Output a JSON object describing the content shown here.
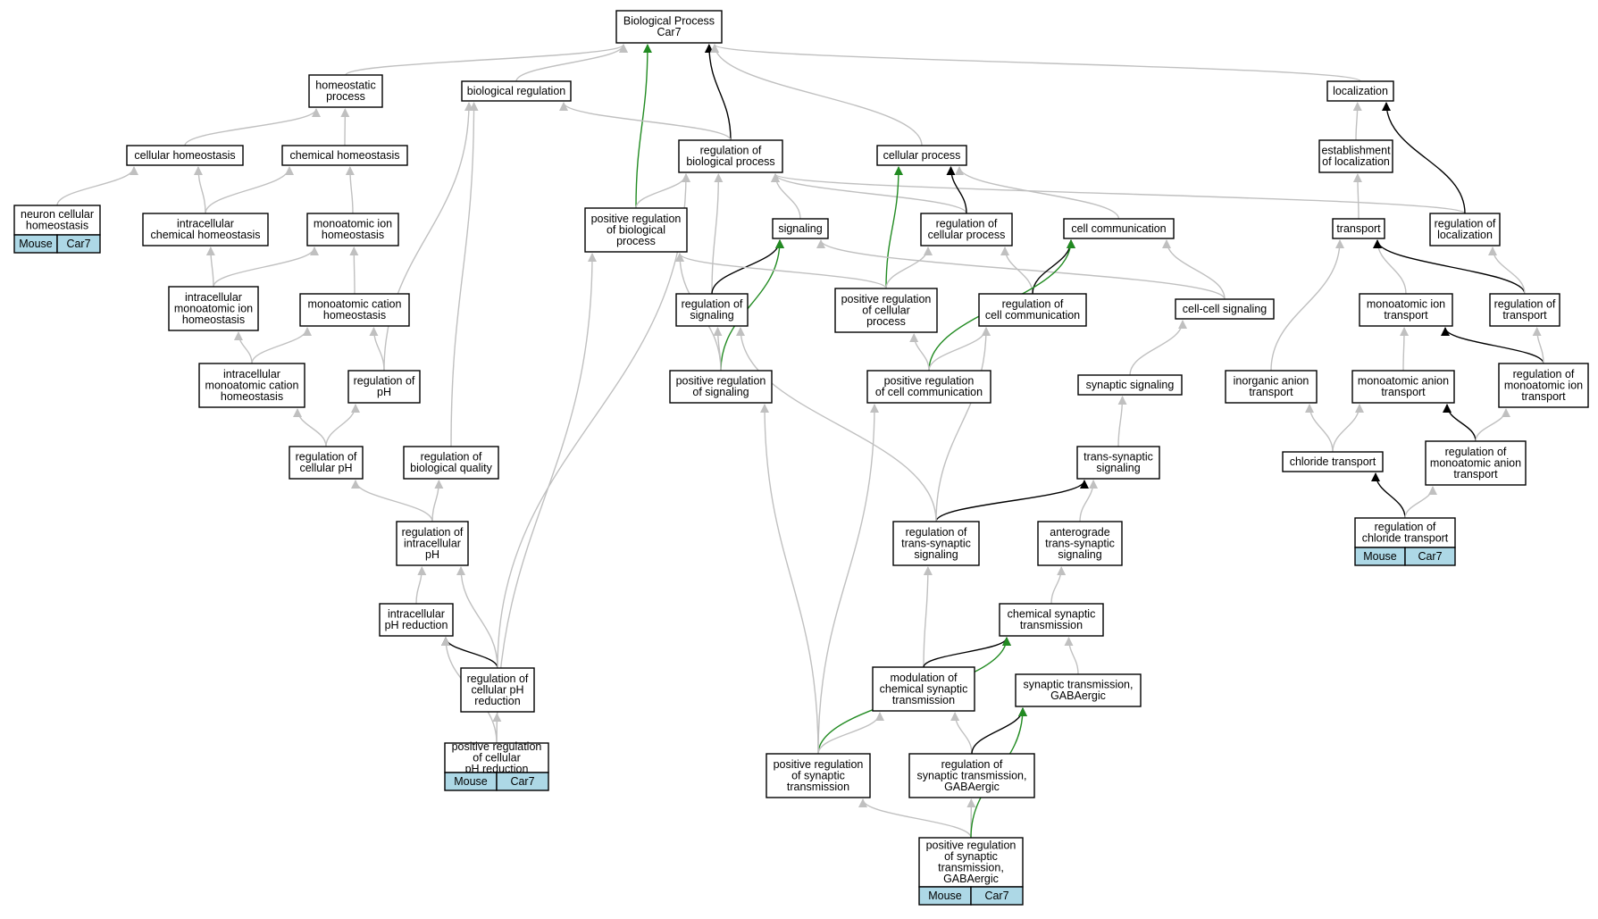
{
  "graph": {
    "title": "Biological Process Car7",
    "colors": {
      "gray": "#c0c0c0",
      "black": "#000000",
      "green": "#228b22",
      "badge": "#add8e6"
    },
    "nodes": [
      {
        "id": "root",
        "lines": [
          "Biological Process",
          "Car7"
        ]
      },
      {
        "id": "homeostatic",
        "lines": [
          "homeostatic",
          "process"
        ]
      },
      {
        "id": "bioreg",
        "lines": [
          "biological regulation"
        ]
      },
      {
        "id": "localization",
        "lines": [
          "localization"
        ]
      },
      {
        "id": "cellhomeo",
        "lines": [
          "cellular homeostasis"
        ]
      },
      {
        "id": "chemhomeo",
        "lines": [
          "chemical homeostasis"
        ]
      },
      {
        "id": "regbio",
        "lines": [
          "regulation of",
          "biological process"
        ]
      },
      {
        "id": "cellproc",
        "lines": [
          "cellular process"
        ]
      },
      {
        "id": "estloc",
        "lines": [
          "establishment",
          "of localization"
        ]
      },
      {
        "id": "neuronhomeo",
        "lines": [
          "neuron cellular",
          "homeostasis"
        ],
        "badges": [
          "Mouse",
          "Car7"
        ]
      },
      {
        "id": "intrachem",
        "lines": [
          "intracellular",
          "chemical homeostasis"
        ]
      },
      {
        "id": "ionhomeo",
        "lines": [
          "monoatomic ion",
          "homeostasis"
        ]
      },
      {
        "id": "posregbio",
        "lines": [
          "positive regulation",
          "of biological",
          "process"
        ]
      },
      {
        "id": "signaling",
        "lines": [
          "signaling"
        ]
      },
      {
        "id": "regcellproc",
        "lines": [
          "regulation of",
          "cellular process"
        ]
      },
      {
        "id": "cellcomm",
        "lines": [
          "cell communication"
        ]
      },
      {
        "id": "transport",
        "lines": [
          "transport"
        ]
      },
      {
        "id": "regloc",
        "lines": [
          "regulation of",
          "localization"
        ]
      },
      {
        "id": "intraion",
        "lines": [
          "intracellular",
          "monoatomic ion",
          "homeostasis"
        ]
      },
      {
        "id": "cationhomeo",
        "lines": [
          "monoatomic cation",
          "homeostasis"
        ]
      },
      {
        "id": "regsig",
        "lines": [
          "regulation of",
          "signaling"
        ]
      },
      {
        "id": "posregcell",
        "lines": [
          "positive regulation",
          "of cellular",
          "process"
        ]
      },
      {
        "id": "regcellcomm",
        "lines": [
          "regulation of",
          "cell communication"
        ]
      },
      {
        "id": "cellcell",
        "lines": [
          "cell-cell signaling"
        ]
      },
      {
        "id": "iontransport",
        "lines": [
          "monoatomic ion",
          "transport"
        ]
      },
      {
        "id": "regtransport",
        "lines": [
          "regulation of",
          "transport"
        ]
      },
      {
        "id": "intracation",
        "lines": [
          "intracellular",
          "monoatomic cation",
          "homeostasis"
        ]
      },
      {
        "id": "regph",
        "lines": [
          "regulation of",
          "pH"
        ]
      },
      {
        "id": "posregsig",
        "lines": [
          "positive regulation",
          "of signaling"
        ]
      },
      {
        "id": "posregcellcomm",
        "lines": [
          "positive regulation",
          "of cell communication"
        ]
      },
      {
        "id": "synsig",
        "lines": [
          "synaptic signaling"
        ]
      },
      {
        "id": "inorganic",
        "lines": [
          "inorganic anion",
          "transport"
        ]
      },
      {
        "id": "aniontransport",
        "lines": [
          "monoatomic anion",
          "transport"
        ]
      },
      {
        "id": "regiontransport",
        "lines": [
          "regulation of",
          "monoatomic ion",
          "transport"
        ]
      },
      {
        "id": "regcellph",
        "lines": [
          "regulation of",
          "cellular pH"
        ]
      },
      {
        "id": "regbioqual",
        "lines": [
          "regulation of",
          "biological quality"
        ]
      },
      {
        "id": "transsyn",
        "lines": [
          "trans-synaptic",
          "signaling"
        ]
      },
      {
        "id": "chloride",
        "lines": [
          "chloride transport"
        ]
      },
      {
        "id": "reganion",
        "lines": [
          "regulation of",
          "monoatomic anion",
          "transport"
        ]
      },
      {
        "id": "regintraph",
        "lines": [
          "regulation of",
          "intracellular",
          "pH"
        ]
      },
      {
        "id": "regtranssyn",
        "lines": [
          "regulation of",
          "trans-synaptic",
          "signaling"
        ]
      },
      {
        "id": "anterograde",
        "lines": [
          "anterograde",
          "trans-synaptic",
          "signaling"
        ]
      },
      {
        "id": "regchloride",
        "lines": [
          "regulation of",
          "chloride transport"
        ],
        "badges": [
          "Mouse",
          "Car7"
        ]
      },
      {
        "id": "intraphred",
        "lines": [
          "intracellular",
          "pH reduction"
        ]
      },
      {
        "id": "chemsyn",
        "lines": [
          "chemical synaptic",
          "transmission"
        ]
      },
      {
        "id": "regcellphred",
        "lines": [
          "regulation of",
          "cellular pH",
          "reduction"
        ]
      },
      {
        "id": "modchemsyn",
        "lines": [
          "modulation of",
          "chemical synaptic",
          "transmission"
        ]
      },
      {
        "id": "gaba",
        "lines": [
          "synaptic transmission,",
          "GABAergic"
        ]
      },
      {
        "id": "posregphred",
        "lines": [
          "positive regulation",
          "of cellular",
          "pH reduction"
        ],
        "badges": [
          "Mouse",
          "Car7"
        ]
      },
      {
        "id": "posregsyn",
        "lines": [
          "positive regulation",
          "of synaptic",
          "transmission"
        ]
      },
      {
        "id": "reggaba",
        "lines": [
          "regulation of",
          "synaptic transmission,",
          "GABAergic"
        ]
      },
      {
        "id": "posreggaba",
        "lines": [
          "positive regulation",
          "of synaptic",
          "transmission,",
          "GABAergic"
        ],
        "badges": [
          "Mouse",
          "Car7"
        ]
      }
    ],
    "edges": [
      {
        "from": "homeostatic",
        "to": "root",
        "color": "gray"
      },
      {
        "from": "bioreg",
        "to": "root",
        "color": "gray"
      },
      {
        "from": "regbio",
        "to": "root",
        "color": "black"
      },
      {
        "from": "posregbio",
        "to": "root",
        "color": "green"
      },
      {
        "from": "cellproc",
        "to": "root",
        "color": "gray"
      },
      {
        "from": "localization",
        "to": "root",
        "color": "gray"
      },
      {
        "from": "cellhomeo",
        "to": "homeostatic",
        "color": "gray"
      },
      {
        "from": "chemhomeo",
        "to": "homeostatic",
        "color": "gray"
      },
      {
        "from": "regbio",
        "to": "bioreg",
        "color": "gray"
      },
      {
        "from": "regph",
        "to": "bioreg",
        "color": "gray"
      },
      {
        "from": "regbioqual",
        "to": "bioreg",
        "color": "gray"
      },
      {
        "from": "neuronhomeo",
        "to": "cellhomeo",
        "color": "gray"
      },
      {
        "from": "intrachem",
        "to": "cellhomeo",
        "color": "gray"
      },
      {
        "from": "intrachem",
        "to": "chemhomeo",
        "color": "gray"
      },
      {
        "from": "ionhomeo",
        "to": "chemhomeo",
        "color": "gray"
      },
      {
        "from": "intraion",
        "to": "intrachem",
        "color": "gray"
      },
      {
        "from": "intraion",
        "to": "ionhomeo",
        "color": "gray"
      },
      {
        "from": "cationhomeo",
        "to": "ionhomeo",
        "color": "gray"
      },
      {
        "from": "intracation",
        "to": "intraion",
        "color": "gray"
      },
      {
        "from": "intracation",
        "to": "cationhomeo",
        "color": "gray"
      },
      {
        "from": "regph",
        "to": "cationhomeo",
        "color": "gray"
      },
      {
        "from": "regcellph",
        "to": "intracation",
        "color": "gray"
      },
      {
        "from": "regcellph",
        "to": "regph",
        "color": "gray"
      },
      {
        "from": "regintraph",
        "to": "regcellph",
        "color": "gray"
      },
      {
        "from": "regintraph",
        "to": "regbioqual",
        "color": "gray"
      },
      {
        "from": "regcellphred",
        "to": "regintraph",
        "color": "gray"
      },
      {
        "from": "intraphred",
        "to": "regintraph",
        "color": "gray"
      },
      {
        "from": "regcellphred",
        "to": "intraphred",
        "color": "black"
      },
      {
        "from": "regcellphred",
        "to": "regbio",
        "color": "gray"
      },
      {
        "from": "posregphred",
        "to": "regcellphred",
        "color": "gray"
      },
      {
        "from": "posregphred",
        "to": "intraphred",
        "color": "gray"
      },
      {
        "from": "posregphred",
        "to": "posregbio",
        "color": "gray"
      },
      {
        "from": "posregbio",
        "to": "regbio",
        "color": "gray"
      },
      {
        "from": "signaling",
        "to": "regbio",
        "color": "gray"
      },
      {
        "from": "regsig",
        "to": "regbio",
        "color": "gray"
      },
      {
        "from": "regcellproc",
        "to": "regbio",
        "color": "gray"
      },
      {
        "from": "regloc",
        "to": "regbio",
        "color": "gray"
      },
      {
        "from": "regcellproc",
        "to": "cellproc",
        "color": "black"
      },
      {
        "from": "posregcell",
        "to": "cellproc",
        "color": "green"
      },
      {
        "from": "cellcomm",
        "to": "cellproc",
        "color": "gray"
      },
      {
        "from": "regsig",
        "to": "signaling",
        "color": "black"
      },
      {
        "from": "posregsig",
        "to": "signaling",
        "color": "green"
      },
      {
        "from": "cellcell",
        "to": "signaling",
        "color": "gray"
      },
      {
        "from": "posregsig",
        "to": "regsig",
        "color": "gray"
      },
      {
        "from": "posregsig",
        "to": "posregbio",
        "color": "gray"
      },
      {
        "from": "posregcell",
        "to": "posregbio",
        "color": "gray"
      },
      {
        "from": "posregcell",
        "to": "regcellproc",
        "color": "gray"
      },
      {
        "from": "regcellcomm",
        "to": "regcellproc",
        "color": "gray"
      },
      {
        "from": "regcellcomm",
        "to": "cellcomm",
        "color": "black"
      },
      {
        "from": "cellcell",
        "to": "cellcomm",
        "color": "gray"
      },
      {
        "from": "posregcellcomm",
        "to": "cellcomm",
        "color": "green"
      },
      {
        "from": "posregcellcomm",
        "to": "regcellcomm",
        "color": "gray"
      },
      {
        "from": "posregcellcomm",
        "to": "posregcell",
        "color": "gray"
      },
      {
        "from": "synsig",
        "to": "cellcell",
        "color": "gray"
      },
      {
        "from": "transsyn",
        "to": "synsig",
        "color": "gray"
      },
      {
        "from": "regtranssyn",
        "to": "transsyn",
        "color": "black"
      },
      {
        "from": "anterograde",
        "to": "transsyn",
        "color": "gray"
      },
      {
        "from": "regtranssyn",
        "to": "regsig",
        "color": "gray"
      },
      {
        "from": "regtranssyn",
        "to": "regcellcomm",
        "color": "gray"
      },
      {
        "from": "chemsyn",
        "to": "anterograde",
        "color": "gray"
      },
      {
        "from": "modchemsyn",
        "to": "regtranssyn",
        "color": "gray"
      },
      {
        "from": "modchemsyn",
        "to": "chemsyn",
        "color": "black"
      },
      {
        "from": "gaba",
        "to": "chemsyn",
        "color": "gray"
      },
      {
        "from": "posregsyn",
        "to": "chemsyn",
        "color": "green"
      },
      {
        "from": "posregsyn",
        "to": "modchemsyn",
        "color": "gray"
      },
      {
        "from": "posregsyn",
        "to": "posregsig",
        "color": "gray"
      },
      {
        "from": "posregsyn",
        "to": "posregcellcomm",
        "color": "gray"
      },
      {
        "from": "reggaba",
        "to": "modchemsyn",
        "color": "gray"
      },
      {
        "from": "reggaba",
        "to": "gaba",
        "color": "black"
      },
      {
        "from": "posreggaba",
        "to": "reggaba",
        "color": "gray"
      },
      {
        "from": "posreggaba",
        "to": "posregsyn",
        "color": "gray"
      },
      {
        "from": "posreggaba",
        "to": "gaba",
        "color": "green"
      },
      {
        "from": "estloc",
        "to": "localization",
        "color": "gray"
      },
      {
        "from": "regloc",
        "to": "localization",
        "color": "black"
      },
      {
        "from": "transport",
        "to": "estloc",
        "color": "gray"
      },
      {
        "from": "iontransport",
        "to": "transport",
        "color": "gray"
      },
      {
        "from": "regtransport",
        "to": "transport",
        "color": "black"
      },
      {
        "from": "inorganic",
        "to": "transport",
        "color": "gray"
      },
      {
        "from": "regtransport",
        "to": "regloc",
        "color": "gray"
      },
      {
        "from": "aniontransport",
        "to": "iontransport",
        "color": "gray"
      },
      {
        "from": "regiontransport",
        "to": "iontransport",
        "color": "black"
      },
      {
        "from": "regiontransport",
        "to": "regtransport",
        "color": "gray"
      },
      {
        "from": "chloride",
        "to": "inorganic",
        "color": "gray"
      },
      {
        "from": "chloride",
        "to": "aniontransport",
        "color": "gray"
      },
      {
        "from": "reganion",
        "to": "aniontransport",
        "color": "black"
      },
      {
        "from": "reganion",
        "to": "regiontransport",
        "color": "gray"
      },
      {
        "from": "regchloride",
        "to": "chloride",
        "color": "black"
      },
      {
        "from": "regchloride",
        "to": "reganion",
        "color": "gray"
      }
    ]
  }
}
